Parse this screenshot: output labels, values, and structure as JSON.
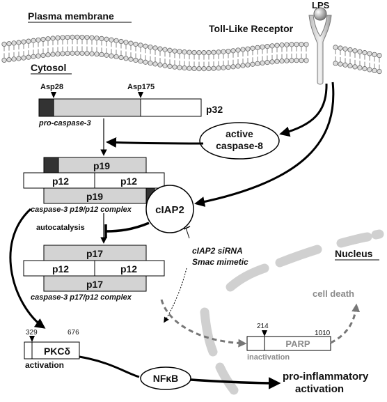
{
  "headings": {
    "plasma_membrane": "Plasma membrane",
    "cytosol": "Cytosol",
    "nucleus": "Nucleus"
  },
  "receptor": {
    "label": "Toll-Like Receptor",
    "ligand": "LPS"
  },
  "pro_caspase": {
    "site1": "Asp28",
    "site2": "Asp175",
    "size": "p32",
    "caption": "pro-caspase-3"
  },
  "active_caspase8": {
    "line1": "active",
    "line2": "caspase-8"
  },
  "complex1": {
    "top": "p19",
    "left": "p12",
    "right": "p12",
    "bottom": "p19",
    "caption": "caspase-3 p19/p12 complex"
  },
  "ciap2": "cIAP2",
  "autocatalysis": "autocatalysis",
  "sirna": {
    "line1": "cIAP2 siRNA",
    "line2": "Smac mimetic"
  },
  "complex2": {
    "top": "p17",
    "left": "p12",
    "right": "p12",
    "bottom": "p17",
    "caption": "caspase-3 p17/p12 complex"
  },
  "pkc": {
    "start": "329",
    "end": "676",
    "label": "PKCδ",
    "caption": "activation"
  },
  "nfkb": "NFκB",
  "parp": {
    "start": "214",
    "end": "1010",
    "label": "PARP",
    "caption": "inactivation"
  },
  "cell_death": "cell death",
  "pro_inflammatory": {
    "line1": "pro-inflammatory",
    "line2": "activation"
  },
  "colors": {
    "box_fill": "#d3d3d3",
    "dark_fill": "#333333",
    "dashed_arrow": "#777777"
  }
}
